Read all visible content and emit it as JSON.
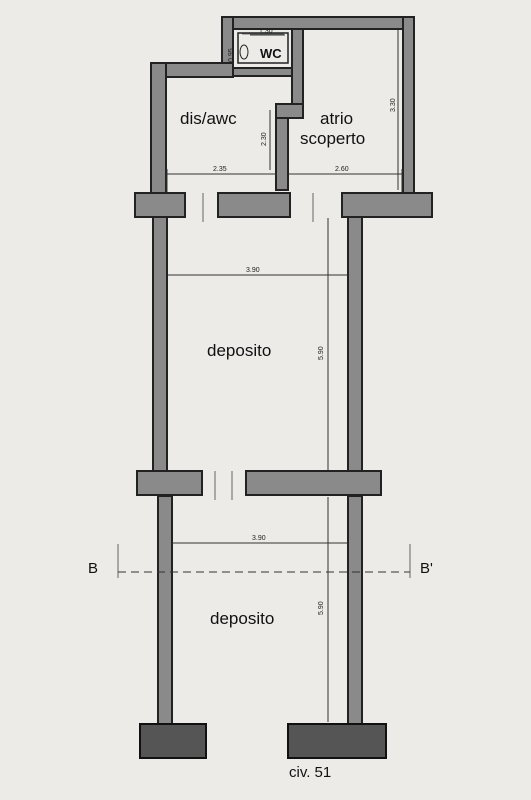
{
  "rooms": {
    "wc": "WC",
    "dis_awc": "dis/awc",
    "atrio_line1": "atrio",
    "atrio_line2": "scoperto",
    "deposito_upper": "deposito",
    "deposito_lower": "deposito"
  },
  "dimensions": {
    "wc_width": "1.30",
    "wc_depth": "0.95",
    "dis_width": "2.35",
    "dis_depth": "2.30",
    "atrio_width": "2.60",
    "atrio_depth": "3.30",
    "deposito_upper_width": "3.90",
    "deposito_upper_depth": "5.90",
    "deposito_lower_width": "3.90",
    "deposito_lower_depth": "5.90"
  },
  "section": {
    "left": "B",
    "right": "B'"
  },
  "address": "civ. 51"
}
